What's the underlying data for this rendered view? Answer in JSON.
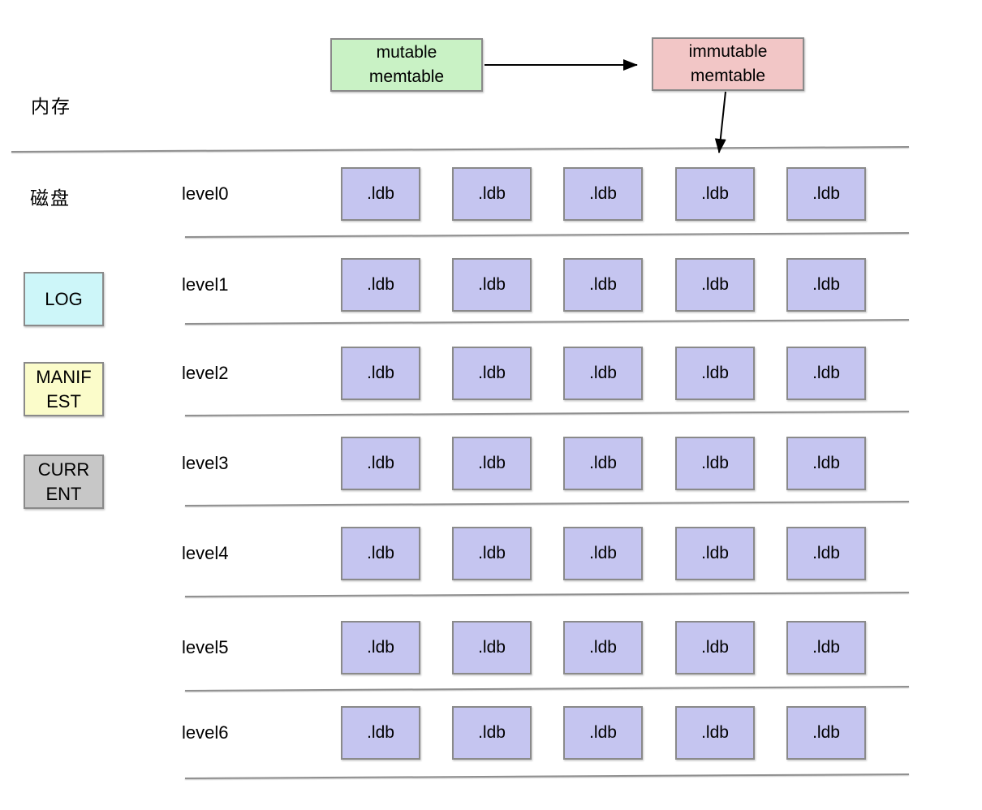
{
  "colors": {
    "mutable_fill": "#c9f2c5",
    "immutable_fill": "#f2c6c6",
    "ldb_fill": "#c5c5f0",
    "log_fill": "#cdf6f9",
    "manifest_fill": "#fbfcca",
    "current_fill": "#c7c7c7",
    "box_border": "#8a8a8a",
    "line": "#909090",
    "arrow": "#000000"
  },
  "labels": {
    "memory": "内存",
    "disk": "磁盘"
  },
  "memtable": {
    "mutable": "mutable\nmemtable",
    "immutable": "immutable\nmemtable"
  },
  "disk_files": {
    "log": "LOG",
    "manifest": "MANIF\nEST",
    "current": "CURR\nENT"
  },
  "levels": [
    {
      "label": "level0",
      "files": [
        ".ldb",
        ".ldb",
        ".ldb",
        ".ldb",
        ".ldb"
      ]
    },
    {
      "label": "level1",
      "files": [
        ".ldb",
        ".ldb",
        ".ldb",
        ".ldb",
        ".ldb"
      ]
    },
    {
      "label": "level2",
      "files": [
        ".ldb",
        ".ldb",
        ".ldb",
        ".ldb",
        ".ldb"
      ]
    },
    {
      "label": "level3",
      "files": [
        ".ldb",
        ".ldb",
        ".ldb",
        ".ldb",
        ".ldb"
      ]
    },
    {
      "label": "level4",
      "files": [
        ".ldb",
        ".ldb",
        ".ldb",
        ".ldb",
        ".ldb"
      ]
    },
    {
      "label": "level5",
      "files": [
        ".ldb",
        ".ldb",
        ".ldb",
        ".ldb",
        ".ldb"
      ]
    },
    {
      "label": "level6",
      "files": [
        ".ldb",
        ".ldb",
        ".ldb",
        ".ldb",
        ".ldb"
      ]
    }
  ]
}
